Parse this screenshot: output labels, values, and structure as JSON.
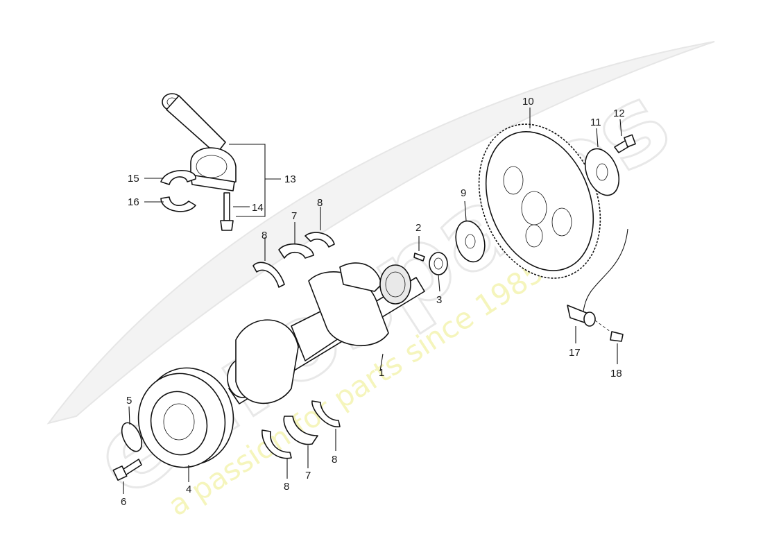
{
  "watermark": {
    "logo_text": "eurospares",
    "tagline": "a passion for parts since 1985"
  },
  "callouts": {
    "c1": "1",
    "c2": "2",
    "c3": "3",
    "c4": "4",
    "c5": "5",
    "c6": "6",
    "c7a": "7",
    "c7b": "7",
    "c8a": "8",
    "c8b": "8",
    "c8c": "8",
    "c8d": "8",
    "c9": "9",
    "c10": "10",
    "c11": "11",
    "c12": "12",
    "c13": "13",
    "c14": "14",
    "c15": "15",
    "c16": "16",
    "c17": "17",
    "c18": "18"
  }
}
